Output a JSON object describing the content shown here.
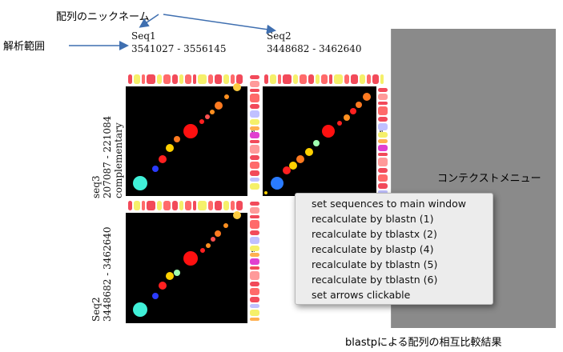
{
  "annotations": {
    "nickname": "配列のニックネーム",
    "range": "解析範囲",
    "context_menu": "コンテクストメニュー",
    "result": "blastpによる配列の相互比較結果"
  },
  "seq_headers": [
    {
      "name": "Seq1",
      "range": "3541027 - 3556145"
    },
    {
      "name": "Seq2",
      "range": "3448682 - 3462640"
    }
  ],
  "row_labels": [
    {
      "name": "seq3",
      "range": "207087 - 221084",
      "note": "complementary"
    },
    {
      "name": "Seq2",
      "range": "3448682 - 3462640"
    }
  ],
  "track_tag": "slt",
  "context_menu": {
    "items": [
      "set sequences to main window",
      "recalculate by blastn (1)",
      "recalculate by tblastx (2)",
      "recalculate by blastp (4)",
      "recalculate by tblastn (5)",
      "recalculate by tblastn (6)",
      "set arrows clickable"
    ]
  },
  "colors": {
    "background": "#8a8a8a",
    "plot": "#000000",
    "track_red": "#f24a5a",
    "track_yellow": "#f5f06a",
    "track_magenta": "#e040d0"
  }
}
